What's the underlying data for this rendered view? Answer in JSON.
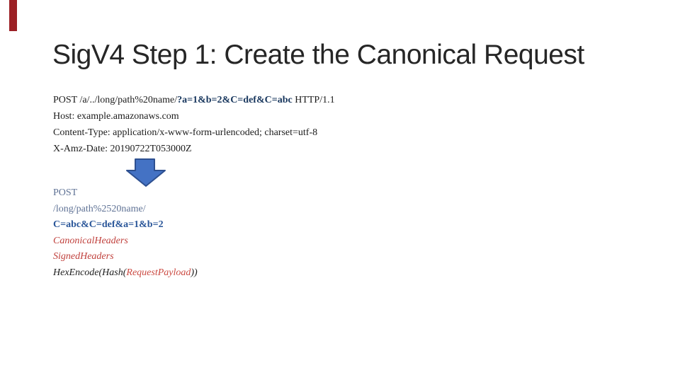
{
  "slide_title": "SigV4 Step 1: Create the Canonical Request",
  "http_request": {
    "request_line": {
      "method_and_path": "POST /a/../long/path%20name/",
      "query_string": "?a=1&b=2&C=def&C=abc",
      "http_version": " HTTP/1.1"
    },
    "host_header": "Host: example.amazonaws.com",
    "content_type_header": "Content-Type: application/x-www-form-urlencoded; charset=utf-8",
    "amz_date_header": "X-Amz-Date: 20190722T053000Z"
  },
  "canonical_request": {
    "http_method": "POST",
    "canonical_uri": "/long/path%2520name/",
    "canonical_query_string": "C=abc&C=def&a=1&b=2",
    "canonical_headers": "CanonicalHeaders",
    "signed_headers": "SignedHeaders",
    "hashed_payload_prefix": "HexEncode(Hash(",
    "hashed_payload_name": "RequestPayload",
    "hashed_payload_suffix": "))"
  },
  "icons": {
    "down_arrow": "down-arrow-icon"
  },
  "colors": {
    "accent_bar_red": "#9c2025",
    "arrow_fill_blue": "#4472c4",
    "arrow_border_blue": "#2e5090",
    "query_bold_navy": "#17365d",
    "method_path_slate": "#5f7295",
    "canonical_query_blue": "#2a5699",
    "headers_red": "#c0403c",
    "payload_red": "#cb4a42",
    "title_color": "#262626",
    "body_color": "#1c1c1c",
    "background": "#ffffff"
  }
}
